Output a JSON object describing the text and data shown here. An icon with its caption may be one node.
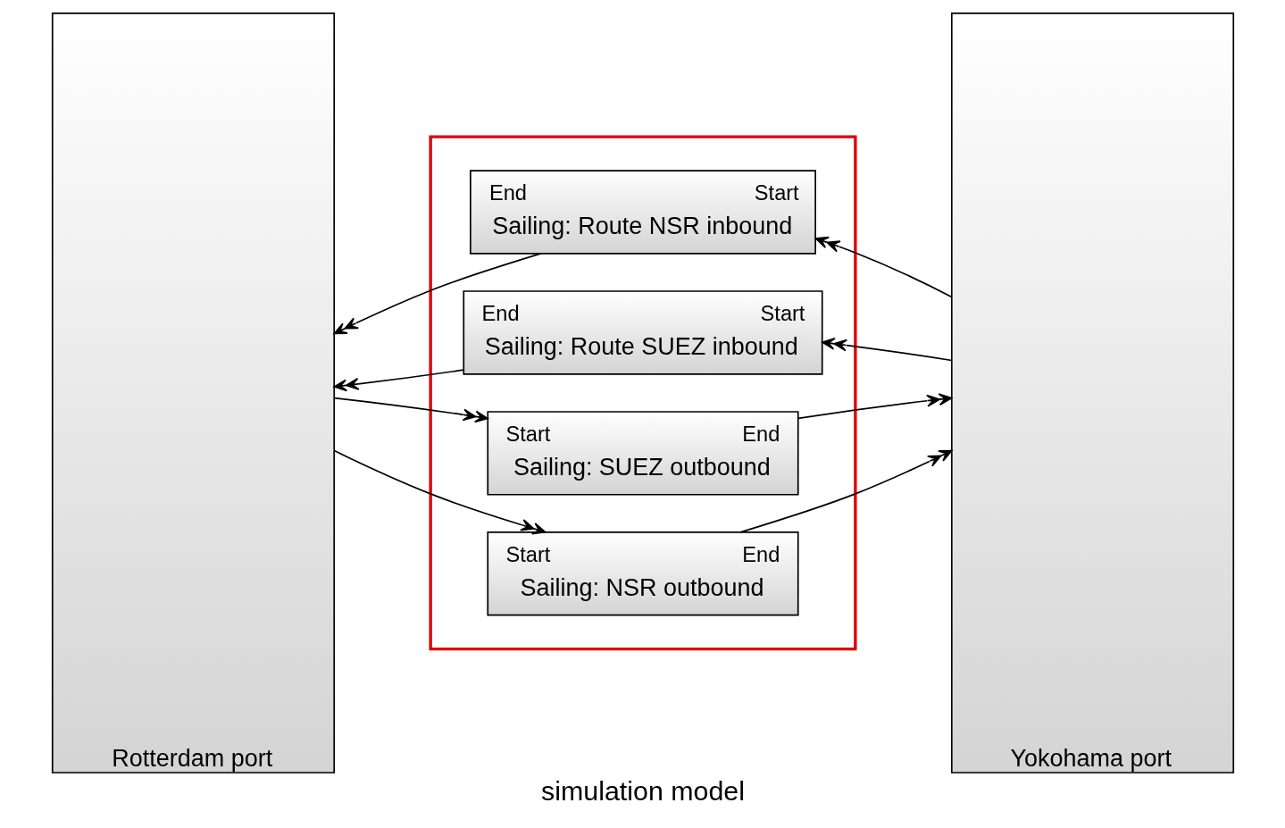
{
  "diagram": {
    "caption": "simulation model",
    "nodes": [
      {
        "text": [
          "Rotterdam port"
        ]
      },
      {
        "text": [],
        "shape": "box"
      },
      {
        "text": [
          "End",
          "Start",
          "Sailing: Route NSR inbound"
        ],
        "in": 1
      },
      {
        "text": [
          "End",
          "Start",
          "Sailing: Route SUEZ inbound"
        ],
        "in": 1
      },
      {
        "text": [
          "Start",
          "End",
          "Sailing: SUEZ outbound"
        ],
        "in": 1
      },
      {
        "text": [
          "Start",
          "End",
          "Sailing: NSR outbound"
        ],
        "in": 1
      },
      {
        "text": [
          "Yokohama port"
        ]
      }
    ],
    "edges": [
      {
        "from": 6,
        "to": 2,
        "arrow": "to"
      },
      {
        "from": 2,
        "to": 0,
        "arrow": "to"
      },
      {
        "from": 6,
        "to": 3,
        "arrow": "to"
      },
      {
        "from": 3,
        "to": 0,
        "arrow": "to"
      },
      {
        "from": 0,
        "to": 4,
        "arrow": "to"
      },
      {
        "from": 4,
        "to": 6,
        "arrow": "to"
      },
      {
        "from": 0,
        "to": 5,
        "arrow": "to"
      },
      {
        "from": 5,
        "to": 6,
        "arrow": "to"
      }
    ]
  }
}
